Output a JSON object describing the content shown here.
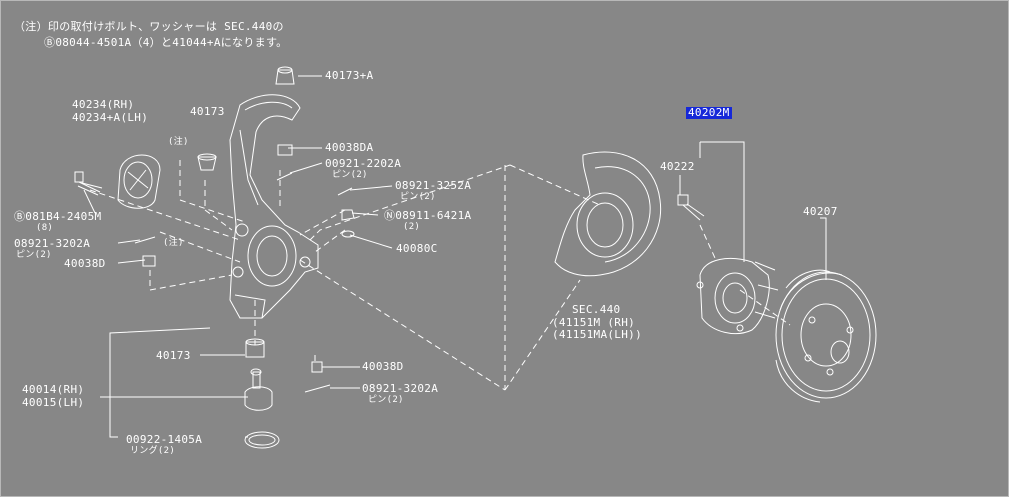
{
  "note": {
    "line1": "（注）印の取付けボルト、ワッシャーは SEC.440の",
    "line2_prefix": "Ⓑ",
    "line2": "08044-4501A（4）と41044+Aになります。"
  },
  "parts": {
    "p40173A": "40173+A",
    "p40234a": "40234(RH)",
    "p40234b": "40234+A(LH)",
    "p40173a": "40173",
    "chu1": "(注)",
    "p40038DA": "40038DA",
    "p00921a": "00921-2202A",
    "p00921b": "ピン(2)",
    "p081B4a": "Ⓑ081B4-2405M",
    "p081B4b": "(8)",
    "p08921c1": "08921-3252A",
    "p08921c2": "ピン(2)",
    "p08911a": "Ⓝ08911-6421A",
    "p08911b": "(2)",
    "p08921a1": "08921-3202A",
    "p08921a2": "ピン(2)",
    "chu2": "(注)",
    "p40038D1": "40038D",
    "p40080C": "40080C",
    "p40173b": "40173",
    "p40038D2": "40038D",
    "p08921b1": "08921-3202A",
    "p08921b2": "ピン(2)",
    "p40014": "40014(RH)",
    "p40015": "40015(LH)",
    "p00922a": "00922-1405A",
    "p00922b": "リング(2)",
    "sec1": "SEC.440",
    "sec2": "(41151M (RH)",
    "sec3": "(41151MA(LH))",
    "p40202M": "40202M",
    "p40222": "40222",
    "p40207": "40207"
  },
  "colors": {
    "background": "#878787",
    "ink": "#ffffff",
    "highlight": "#1628d8"
  }
}
